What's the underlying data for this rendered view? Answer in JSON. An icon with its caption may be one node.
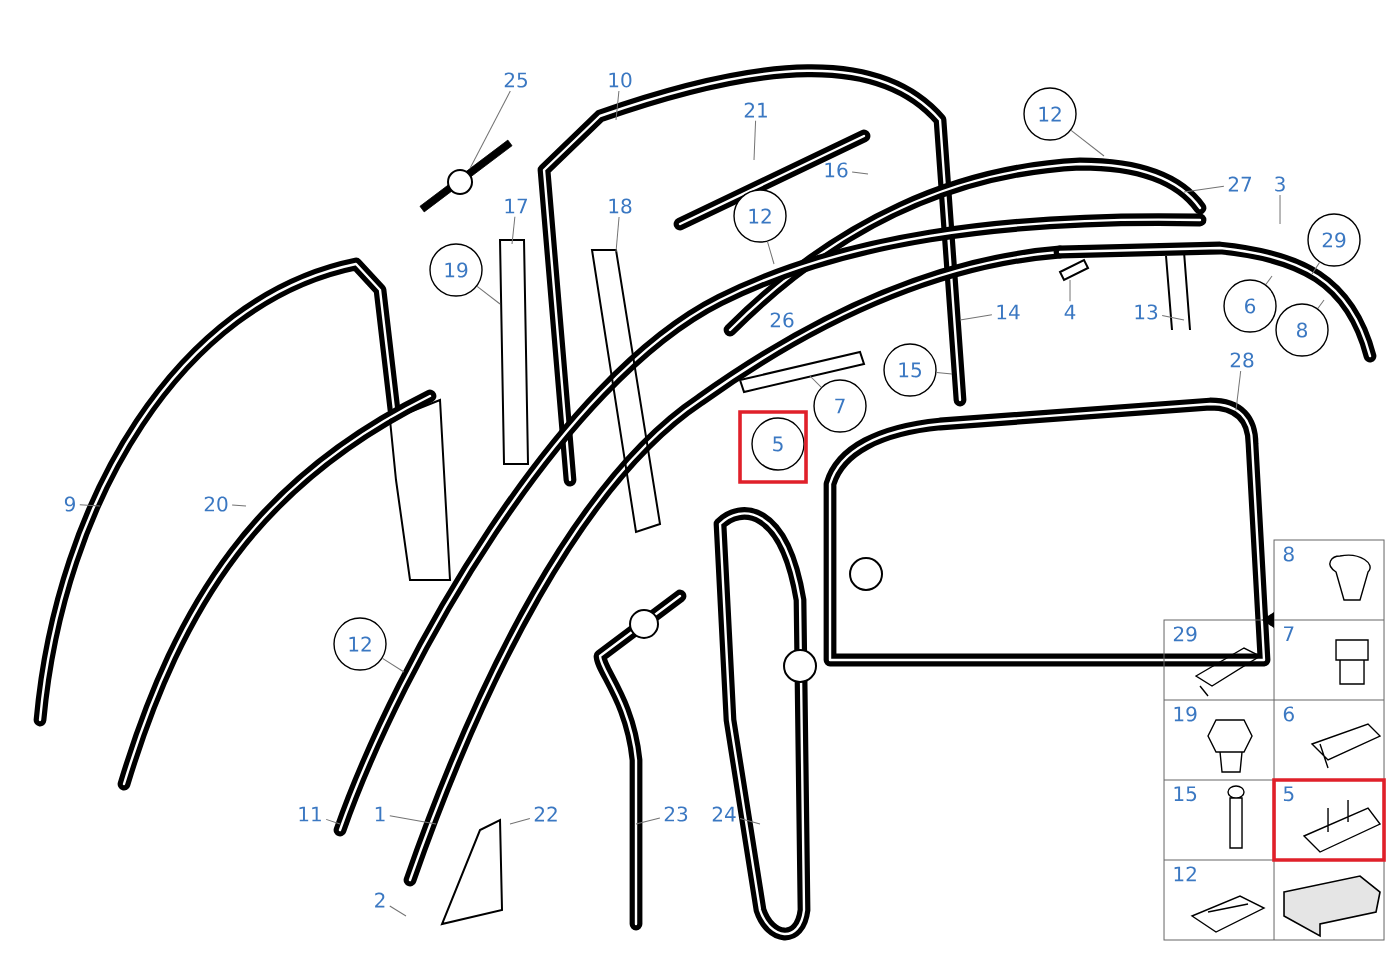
{
  "diagram": {
    "nodes": [
      {
        "text": [
          "25"
        ]
      },
      {
        "text": [
          "10"
        ]
      },
      {
        "text": [
          "21"
        ]
      },
      {
        "text": [
          "12"
        ]
      },
      {
        "text": [
          "17"
        ]
      },
      {
        "text": [
          "18"
        ]
      },
      {
        "text": [
          "16"
        ]
      },
      {
        "text": [
          "27"
        ]
      },
      {
        "text": [
          "3"
        ]
      },
      {
        "text": [
          "12"
        ]
      },
      {
        "text": [
          "19"
        ]
      },
      {
        "text": [
          "29"
        ]
      },
      {
        "text": [
          "6"
        ]
      },
      {
        "text": [
          "26"
        ]
      },
      {
        "text": [
          "14"
        ]
      },
      {
        "text": [
          "4"
        ]
      },
      {
        "text": [
          "13"
        ]
      },
      {
        "text": [
          "8"
        ]
      },
      {
        "text": [
          "28"
        ]
      },
      {
        "text": [
          "15"
        ]
      },
      {
        "text": [
          "7"
        ]
      },
      {
        "text": [
          "5"
        ]
      },
      {
        "text": [
          "9"
        ]
      },
      {
        "text": [
          "20"
        ]
      },
      {
        "text": [
          "12"
        ]
      },
      {
        "text": [
          "11"
        ]
      },
      {
        "text": [
          "1"
        ]
      },
      {
        "text": [
          "22"
        ]
      },
      {
        "text": [
          "23"
        ]
      },
      {
        "text": [
          "24"
        ]
      },
      {
        "text": [
          "2"
        ]
      },
      {
        "text": [],
        "shape": "bar"
      }
    ],
    "edges": [
      {
        "from": 0,
        "to": 31,
        "arrow": "none"
      },
      {
        "from": 1,
        "to": null,
        "arrow": "none"
      },
      {
        "from": 2,
        "to": null,
        "arrow": "none"
      },
      {
        "from": 3,
        "to": null,
        "arrow": "none"
      },
      {
        "from": 4,
        "to": null,
        "arrow": "none"
      },
      {
        "from": 5,
        "to": null,
        "arrow": "none"
      },
      {
        "from": 6,
        "to": null,
        "arrow": "none"
      },
      {
        "from": 7,
        "to": null,
        "arrow": "none"
      },
      {
        "from": 8,
        "to": null,
        "arrow": "none"
      },
      {
        "from": 9,
        "to": null,
        "arrow": "none"
      },
      {
        "from": 10,
        "to": null,
        "arrow": "none"
      },
      {
        "from": 11,
        "to": null,
        "arrow": "none"
      },
      {
        "from": 12,
        "to": null,
        "arrow": "none"
      },
      {
        "from": 14,
        "to": null,
        "arrow": "none"
      },
      {
        "from": 15,
        "to": null,
        "arrow": "none"
      },
      {
        "from": 16,
        "to": null,
        "arrow": "none"
      },
      {
        "from": 17,
        "to": null,
        "arrow": "none"
      },
      {
        "from": 18,
        "to": null,
        "arrow": "none"
      },
      {
        "from": 19,
        "to": null,
        "arrow": "none"
      },
      {
        "from": 20,
        "to": null,
        "arrow": "none"
      },
      {
        "from": 22,
        "to": null,
        "arrow": "none"
      },
      {
        "from": 23,
        "to": null,
        "arrow": "none"
      },
      {
        "from": 24,
        "to": null,
        "arrow": "none"
      },
      {
        "from": 25,
        "to": null,
        "arrow": "none"
      },
      {
        "from": 26,
        "to": null,
        "arrow": "none"
      },
      {
        "from": 27,
        "to": null,
        "arrow": "none"
      },
      {
        "from": 28,
        "to": null,
        "arrow": "none"
      },
      {
        "from": 29,
        "to": null,
        "arrow": "none"
      },
      {
        "from": 30,
        "to": null,
        "arrow": "none"
      }
    ],
    "labels": [
      "8",
      "29",
      "7",
      "19",
      "6",
      "15",
      "5",
      "12"
    ]
  }
}
